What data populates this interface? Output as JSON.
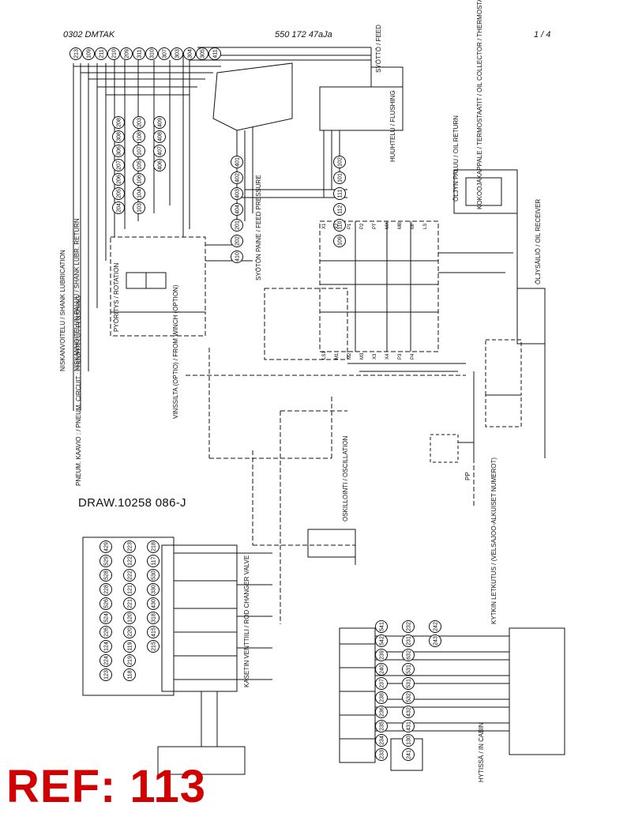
{
  "header": {
    "doc_code": "0302 DMTAK",
    "part_number": "550 172 47aJa",
    "page": "1 /  4"
  },
  "drawing_number": "DRAW.10258 086-J",
  "reference": "REF: 113",
  "labels": {
    "feed": "SYÖTTÖ / FEED",
    "flushing": "HUUHTELU / FLUSHING",
    "oil_return": "ÖLJYN PALUU / OIL RETURN",
    "collector": "KOKOOJAKAPPALE / TERMOSTAATIT / OIL COLLECTOR / THERMOSTATS",
    "oil_receiver": "ÖLJYSÄILIÖ / OIL RECEIVER",
    "feed_pressure": "SYÖTÖN PAINE / FEED PRESSURE",
    "rotation": "PYÖRITYS / ROTATION",
    "shank_lubr_return": "NISKANVOITELUN PALUU / SHANK LUBR. RETURN",
    "shank_lubrication": "NISKANVOITELU / SHANK LUBRICATION",
    "winch": "VINSSILTA (OPTIO) / FROM WINCH (OPTION)",
    "pneumatic": "PNEUM. KAAVIO : / PNEUM. CIRCUIT : / HUUHTELU / FLUSHING",
    "oscillation": "OSKILLOINTI / OSCILLATION",
    "rod_changer": "KASETIN VENTTIILI / ROD CHANGER VALVE",
    "hoses": "KYTKIN LETKUTUS / (VELSAJOO-ALKUISET NUMEROT)",
    "in_cabin": "HYTISSÄ / IN CABIN",
    "pp": "PP"
  },
  "callouts": {
    "top": [
      "213",
      "109",
      "211",
      "210",
      "209",
      "311",
      "310",
      "307",
      "303",
      "304",
      "305",
      "411"
    ],
    "left_mid": [
      "208",
      "308",
      "306",
      "207",
      "206",
      "205",
      "204",
      "203",
      "108",
      "107",
      "105",
      "106",
      "104",
      "103",
      "409",
      "408",
      "407",
      "406"
    ],
    "center": [
      "401",
      "402",
      "403",
      "404",
      "201",
      "202",
      "410",
      "102",
      "101",
      "111",
      "112",
      "110",
      "109"
    ],
    "rod_changer": [
      "429",
      "529",
      "528",
      "228",
      "526",
      "524",
      "226",
      "124",
      "224",
      "123",
      "223",
      "122",
      "222",
      "121",
      "221",
      "120",
      "220",
      "119",
      "219",
      "118",
      "218",
      "117",
      "530",
      "330",
      "430",
      "318",
      "415",
      "215"
    ],
    "lower_right": [
      "541",
      "542",
      "239",
      "240",
      "237",
      "238",
      "236",
      "235",
      "234",
      "233",
      "232",
      "231",
      "632",
      "531",
      "531",
      "532",
      "432",
      "431",
      "130",
      "241",
      "242",
      "243"
    ]
  },
  "pressure_ports": [
    "X1",
    "X2",
    "P1",
    "P2",
    "PT",
    "MX",
    "MB",
    "MF",
    "LS",
    "LS1",
    "M1",
    "M2",
    "M3",
    "X3",
    "X4",
    "P3",
    "P4"
  ]
}
